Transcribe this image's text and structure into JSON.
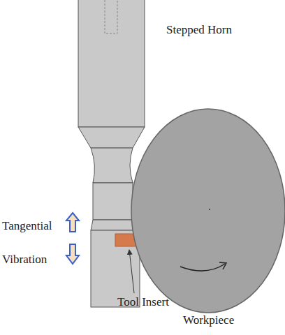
{
  "diagram": {
    "labels": [
      "Stepped Horn",
      "Tangential Vibration",
      "Tool Insert",
      "Workpiece"
    ]
  }
}
